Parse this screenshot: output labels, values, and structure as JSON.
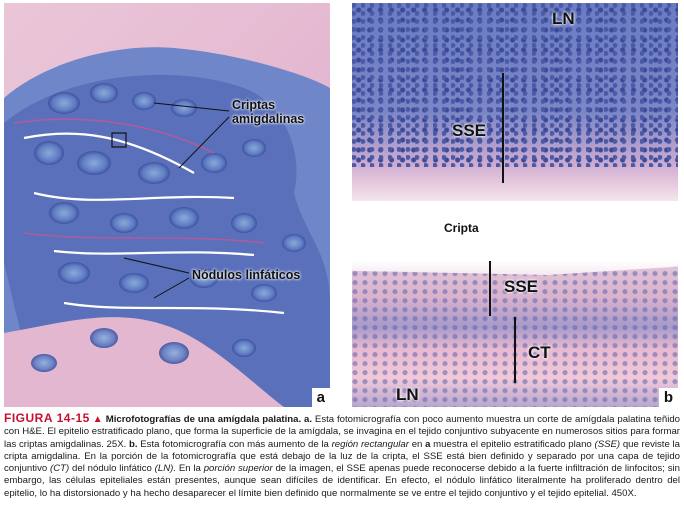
{
  "panel_a": {
    "label_criptas": "Criptas\namigdalinas",
    "label_nodulos": "Nódulos linfáticos",
    "corner": "a"
  },
  "panel_b": {
    "label_ln_top": "LN",
    "label_sse_top": "SSE",
    "label_cripta": "Cripta",
    "label_sse_bottom": "SSE",
    "label_ct": "CT",
    "label_ln_bottom": "LN",
    "corner": "b"
  },
  "caption": {
    "figure_label": "FIGURA 14-15",
    "triangle": "▲",
    "title": "Microfotografías de una amígdala palatina. a.",
    "part1": " Esta fotomicrografía con poco aumento muestra un corte de amígdala palatina teñido con H&E. El epitelio estratificado plano, que forma la superficie de la amígdala, se invagina en el tejido conjuntivo subyacente en numerosos sitios para formar las criptas amigdalinas. 25X. ",
    "b_label": "b.",
    "part2": " Esta fotomicrografía con más aumento de la ",
    "italic1": "región rectangular",
    "part3": " en ",
    "a_ref": "a",
    "part4": " muestra el epitelio estratificado plano ",
    "italic2": "(SSE)",
    "part5": " que reviste la cripta amigdalina. En la porción de la fotomicrografía que está debajo de la luz de la cripta, el SSE está bien definido y separado por una capa de tejido conjuntivo ",
    "italic3": "(CT)",
    "part6": " del nódulo linfático ",
    "italic4": "(LN).",
    "part7": " En la ",
    "italic5": "porción superior",
    "part8": " de la imagen, el SSE apenas puede reconocerse debido a la fuerte infiltración de linfocitos; sin embargo, las células epiteliales están presentes, aunque sean difíciles de identificar. En efecto, el nódulo linfático literalmente ha proliferado dentro del epitelio, lo ha distorsionado y ha hecho desaparecer el límite bien definido que normalmente se ve entre el tejido conjuntivo y el tejido epitelial. 450X."
  }
}
